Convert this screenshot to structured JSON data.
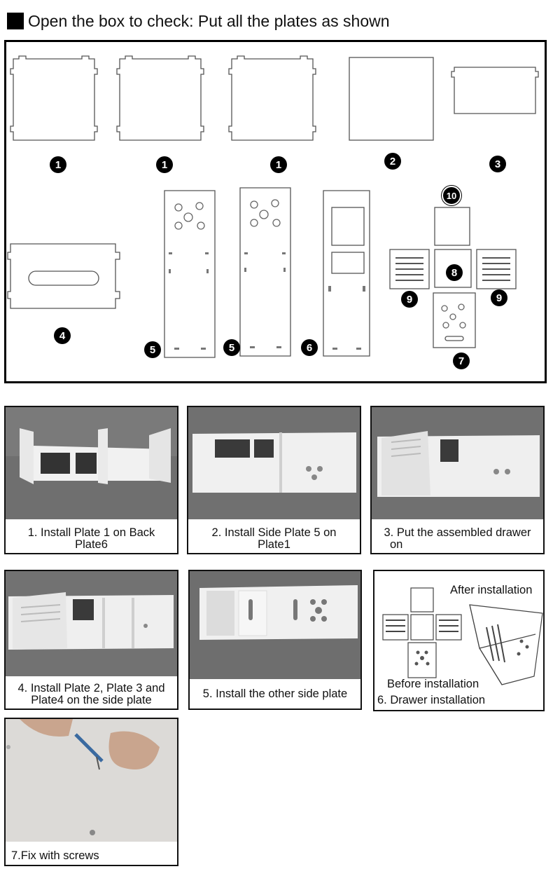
{
  "header": {
    "title": "Open the box to check: Put all the plates as shown"
  },
  "plates": {
    "numbers": [
      "1",
      "1",
      "1",
      "2",
      "3",
      "4",
      "5",
      "5",
      "6",
      "7",
      "8",
      "9",
      "9",
      "10"
    ]
  },
  "steps": [
    {
      "caption_line1": "1. Install Plate 1 on Back",
      "caption_line2": "Plate6"
    },
    {
      "caption_line1": "2. Install Side Plate 5 on",
      "caption_line2": "Plate1"
    },
    {
      "caption_line1": "3. Put the assembled drawer",
      "caption_line2": "on"
    },
    {
      "caption_line1": "4. Install Plate 2, Plate 3 and",
      "caption_line2": "Plate4 on the side plate"
    },
    {
      "caption_line1": "5. Install the other side plate",
      "caption_line2": ""
    },
    {
      "after_label": "After installation",
      "before_label": "Before installation",
      "caption": "6. Drawer installation"
    },
    {
      "caption_line1": "7.Fix with screws",
      "caption_line2": ""
    }
  ]
}
